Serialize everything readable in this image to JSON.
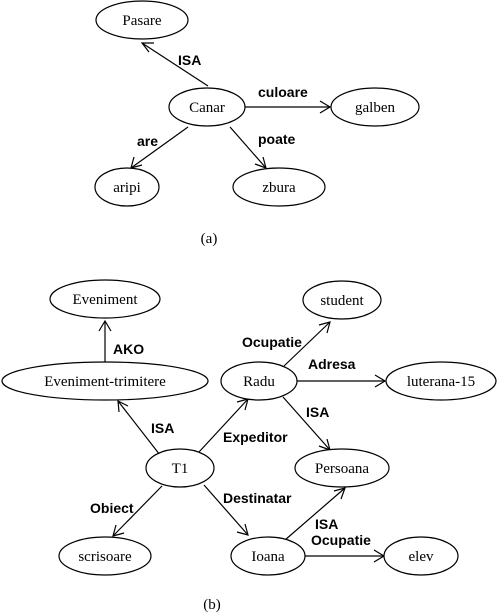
{
  "diagrams": [
    {
      "caption": "(a)",
      "nodes": {
        "pasare": "Pasare",
        "canar": "Canar",
        "galben": "galben",
        "aripi": "aripi",
        "zbura": "zbura"
      },
      "edges": {
        "isa": "ISA",
        "culoare": "culoare",
        "are": "are",
        "poate": "poate"
      }
    },
    {
      "caption": "(b)",
      "nodes": {
        "eveniment": "Eveniment",
        "student": "student",
        "eveniment_trimitere": "Eveniment-trimitere",
        "radu": "Radu",
        "luterana": "luterana-15",
        "t1": "T1",
        "persoana": "Persoana",
        "scrisoare": "scrisoare",
        "ioana": "Ioana",
        "elev": "elev"
      },
      "edges": {
        "ako": "AKO",
        "ocupatie_radu": "Ocupatie",
        "adresa": "Adresa",
        "isa_radu": "ISA",
        "isa_t1": "ISA",
        "expeditor": "Expeditor",
        "obiect": "Obiect",
        "destinatar": "Destinatar",
        "isa_ioana": "ISA",
        "ocupatie_ioana": "Ocupatie"
      }
    }
  ]
}
